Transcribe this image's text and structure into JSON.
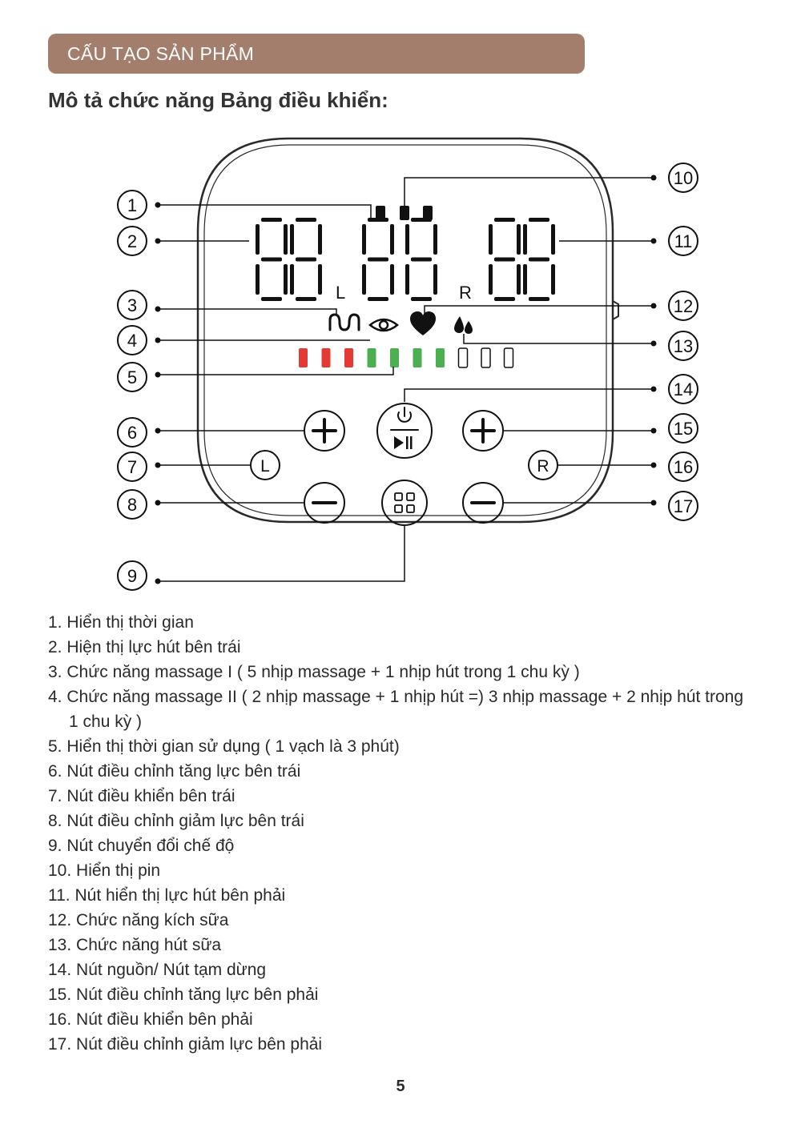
{
  "header": {
    "banner": "CẤU TẠO SẢN PHẨM",
    "subtitle": "Mô tả chức năng Bảng điều khiển:"
  },
  "diagram": {
    "callouts": [
      "1",
      "2",
      "3",
      "4",
      "5",
      "6",
      "7",
      "8",
      "9",
      "10",
      "11",
      "12",
      "13",
      "14",
      "15",
      "16",
      "17"
    ],
    "side_left": "L",
    "side_right": "R",
    "button_left": "L",
    "button_right": "R",
    "level_bar_colors": [
      "#e53935",
      "#e53935",
      "#e53935",
      "#4caf50",
      "#4caf50",
      "#4caf50",
      "#4caf50",
      "off",
      "off",
      "off"
    ]
  },
  "items": [
    "1. Hiển thị thời gian",
    "2. Hiện thị lực hút bên trái",
    "3. Chức năng massage I ( 5 nhịp massage + 1 nhịp hút trong 1 chu kỳ )",
    "4. Chức năng massage II ( 2 nhịp massage +  1 nhịp hút =) 3 nhịp massage + 2 nhịp hút trong 1 chu kỳ )",
    "5. Hiển thị thời gian sử dụng ( 1 vạch là 3 phút)",
    "6. Nút điều chỉnh tăng lực bên trái",
    "7. Nút điều khiển bên trái",
    "8. Nút điều chỉnh giảm lực bên trái",
    "9. Nút chuyển đổi chế độ",
    "10. Hiển thị pin",
    "11. Nút hiển thị lực hút bên phải",
    "12. Chức năng kích sữa",
    "13. Chức năng hút sữa",
    "14. Nút nguồn/ Nút tạm dừng",
    "15. Nút điều chỉnh tăng lực bên phải",
    "16. Nút điều khiển bên phải",
    "17. Nút điều chỉnh giảm lực bên phải"
  ],
  "page_number": "5"
}
